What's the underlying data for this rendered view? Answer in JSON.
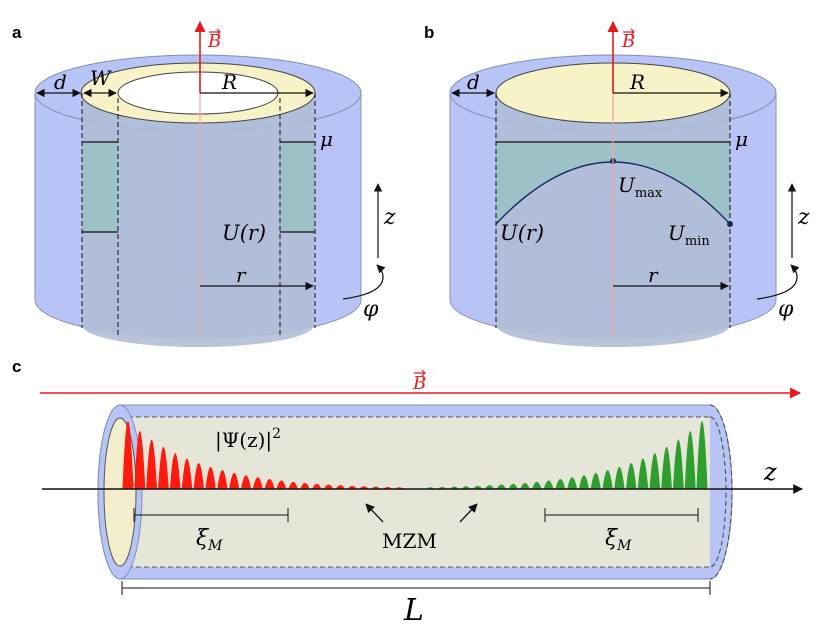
{
  "panels": {
    "a": {
      "letter": "a",
      "field_label": "B",
      "d": "d",
      "W": "W",
      "R": "R",
      "mu": "μ",
      "z": "z",
      "U": "U(r)",
      "r": "r",
      "phi": "φ"
    },
    "b": {
      "letter": "b",
      "field_label": "B",
      "d": "d",
      "R": "R",
      "mu": "μ",
      "z": "z",
      "U": "U(r)",
      "Umax_base": "U",
      "Umax_sub": "max",
      "Umin_base": "U",
      "Umin_sub": "min",
      "r": "r",
      "phi": "φ"
    },
    "c": {
      "letter": "c",
      "field_label": "B",
      "psi_label": "|Ψ(z)|",
      "psi_exp": "2",
      "z": "z",
      "xi_base": "ξ",
      "xi_sub": "M",
      "mzm": "MZM",
      "L": "L"
    }
  },
  "colors": {
    "shell_blue": "#b7c4f5",
    "core_yellow": "#f7f2c8",
    "teal": "#9cc2c8",
    "field_red": "#e8191c",
    "mzm_left": "#ff1a10",
    "mzm_right": "#2e9e2e"
  }
}
